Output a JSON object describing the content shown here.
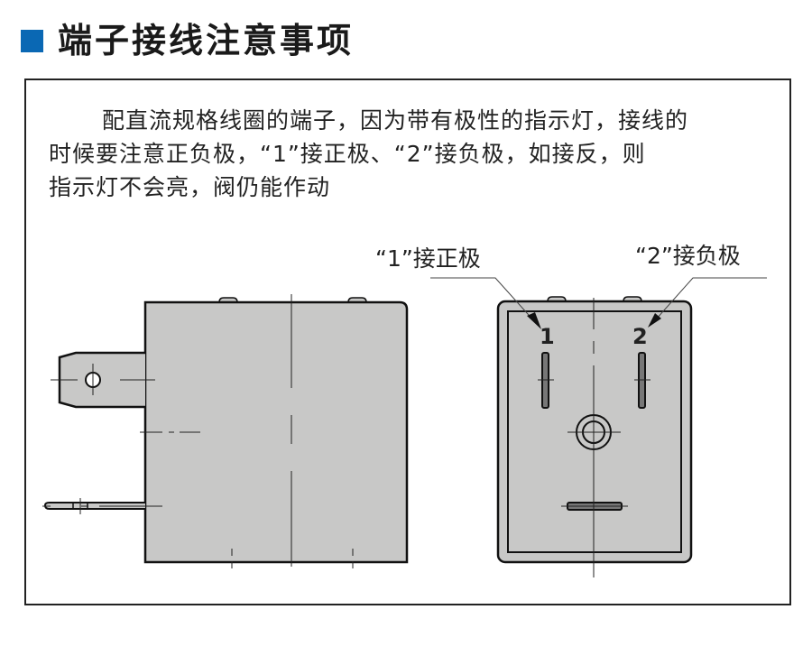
{
  "header": {
    "title": "端子接线注意事项",
    "accent_color": "#0a68b4"
  },
  "body": {
    "lines": [
      "配直流规格线圈的端子，因为带有极性的指示灯，接线的",
      "时候要注意正负极，“1”接正极、“2”接负极，如接反，则",
      "指示灯不会亮，阀仍能作动"
    ]
  },
  "diagram": {
    "label_positive": "“1”接正极",
    "label_negative": "“2”接负极",
    "pin_1": "1",
    "pin_2": "2"
  }
}
